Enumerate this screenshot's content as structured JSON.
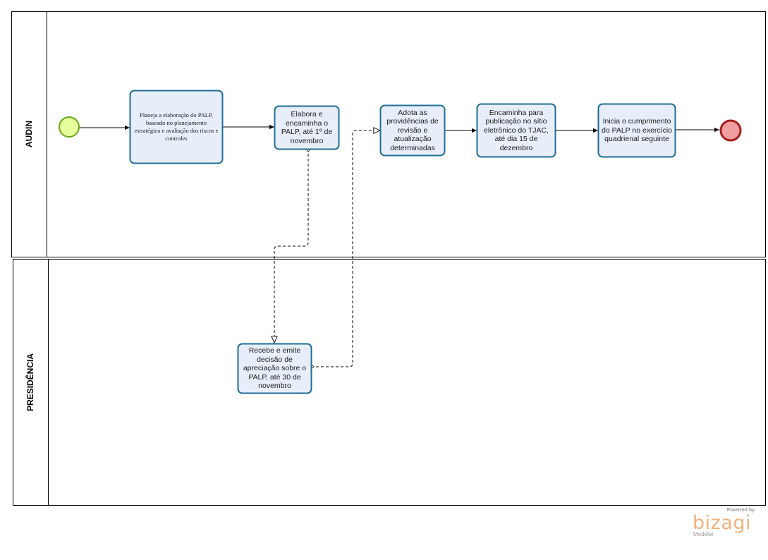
{
  "lanes": {
    "audin": "AUDIN",
    "presidencia": "PRESIDÊNCIA"
  },
  "tasks": {
    "planeja": "Planeja a elaboração do PALP, baseado no planejamento estratégico e avaliação dos riscos e controles",
    "elabora": "Elabora e encaminha o PALP, até 1º de novembro",
    "recebe": "Recebe e emite decisão de apreciação sobre o PALP, até 30 de novembro",
    "adota": "Adota as providências de revisão e atualização determinadas",
    "encaminha": "Encaminha para publicação no sítio eletrônico do TJAC, até dia 15 de dezembro",
    "inicia": "Inicia o cumprimento do PALP no exercício quadrienal seguinte"
  },
  "branding": {
    "powered_by": "Powered by",
    "brand": "bizagi",
    "product": "Modeler"
  },
  "colors": {
    "task_fill": "#e8eef9",
    "task_stroke": "#1f6e94",
    "start_fill": "#e6ff9a",
    "start_stroke": "#6aa41f",
    "end_fill": "#ef9f9f",
    "end_stroke": "#a81b1b"
  }
}
